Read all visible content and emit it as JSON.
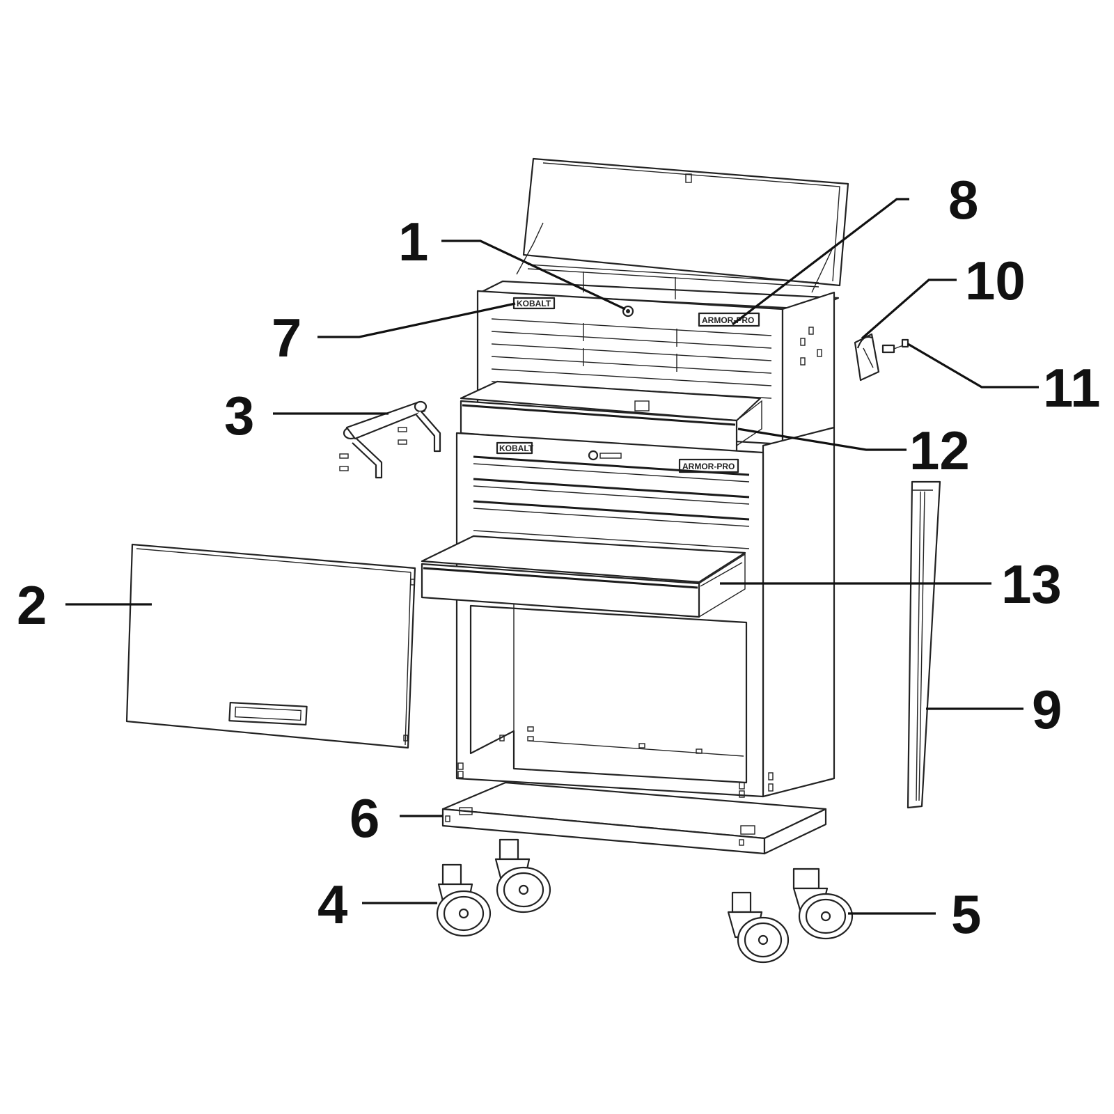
{
  "diagram": {
    "callouts": [
      {
        "id": "c1",
        "label": "1"
      },
      {
        "id": "c2",
        "label": "2"
      },
      {
        "id": "c3",
        "label": "3"
      },
      {
        "id": "c4",
        "label": "4"
      },
      {
        "id": "c5",
        "label": "5"
      },
      {
        "id": "c6",
        "label": "6"
      },
      {
        "id": "c7",
        "label": "7"
      },
      {
        "id": "c8",
        "label": "8"
      },
      {
        "id": "c9",
        "label": "9"
      },
      {
        "id": "c10",
        "label": "10"
      },
      {
        "id": "c11",
        "label": "11"
      },
      {
        "id": "c12",
        "label": "12"
      },
      {
        "id": "c13",
        "label": "13"
      }
    ],
    "badges": {
      "brand": "KOBALT",
      "model": "ARMOR-PRO"
    },
    "colors": {
      "line": "#222222",
      "background": "#ffffff"
    }
  }
}
